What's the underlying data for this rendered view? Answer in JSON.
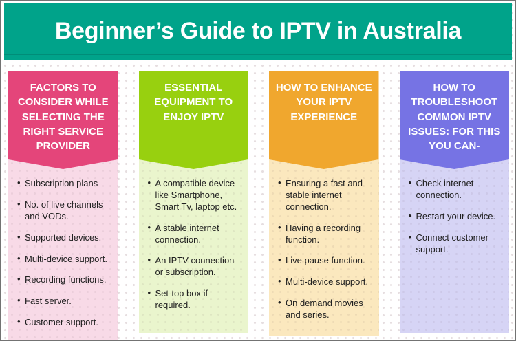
{
  "title": "Beginner’s Guide to IPTV in Australia",
  "colors": {
    "banner_bg": "#00a38a",
    "header_text": "#ffffff",
    "body_text": "#202020",
    "page_border": "#737373",
    "column_header_colors": [
      "#e4457a",
      "#98d00f",
      "#f0a72e",
      "#7673e4"
    ],
    "column_body_colors": [
      "#f8dae7",
      "#eaf5cd",
      "#fbe8be",
      "#d6d4f5"
    ]
  },
  "columns": [
    {
      "header": "FACTORS TO\nCONSIDER WHILE\nSELECTING THE\nRIGHT SERVICE\nPROVIDER",
      "items": [
        "Subscription plans",
        "No. of live channels and VODs.",
        "Supported devices.",
        "Multi-device support.",
        "Recording functions.",
        "Fast server.",
        "Customer support."
      ]
    },
    {
      "header": "ESSENTIAL\nEQUIPMENT TO\nENJOY IPTV",
      "items": [
        "A compatible device like Smartphone, Smart Tv, laptop etc.",
        "A stable internet connection.",
        "An IPTV connection or subscription.",
        "Set-top box if required."
      ]
    },
    {
      "header": "HOW TO ENHANCE\nYOUR IPTV\nEXPERIENCE",
      "items": [
        "Ensuring a fast and stable internet connection.",
        "Having a recording function.",
        "Live pause function.",
        "Multi-device support.",
        "On demand movies and series."
      ]
    },
    {
      "header": "HOW TO\nTROUBLESHOOT\nCOMMON IPTV\nISSUES: FOR THIS\nYOU CAN-",
      "items": [
        "Check internet connection.",
        "Restart your device.",
        "Connect customer support."
      ]
    }
  ]
}
